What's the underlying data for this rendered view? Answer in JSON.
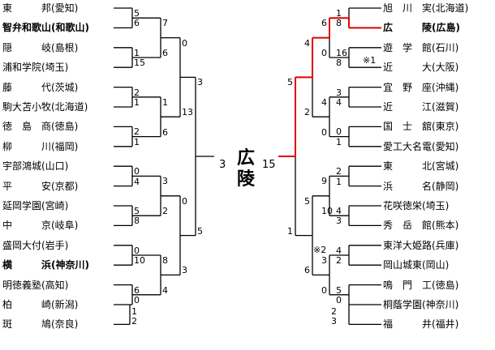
{
  "champion": {
    "line1": "広",
    "line2": "陵"
  },
  "final": {
    "left_score": "3",
    "right_score": "15"
  },
  "notes": {
    "n1": "※1",
    "n2": "※2"
  },
  "colors": {
    "winner_path": "#e00000",
    "line": "#000000"
  },
  "left_teams": [
    {
      "name": "東　　　邦(愛知)"
    },
    {
      "name": "智弁和歌山(和歌山)"
    },
    {
      "name": "隠　　　岐(島根)"
    },
    {
      "name": "浦和学院(埼玉)"
    },
    {
      "name": "藤　　　代(茨城)"
    },
    {
      "name": "駒大苫小牧(北海道)"
    },
    {
      "name": "徳　島　商(徳島)"
    },
    {
      "name": "柳　　　川(福岡)"
    },
    {
      "name": "宇部鴻城(山口)"
    },
    {
      "name": "平　　　安(京都)"
    },
    {
      "name": "延岡学園(宮崎)"
    },
    {
      "name": "中　　　京(岐阜)"
    },
    {
      "name": "盛岡大付(岩手)"
    },
    {
      "name": "横　　　浜(神奈川)"
    },
    {
      "name": "明徳義塾(高知)"
    },
    {
      "name": "柏　　　崎(新潟)"
    },
    {
      "name": "斑　　　鳩(奈良)"
    }
  ],
  "right_teams": [
    {
      "name": "旭　川　実(北海道)"
    },
    {
      "name": "広　　　陵(広島)"
    },
    {
      "name": "遊　学　館(石川)"
    },
    {
      "name": "近　　　大(大阪)"
    },
    {
      "name": "宜　野　座(沖縄)"
    },
    {
      "name": "近　　　江(滋賀)"
    },
    {
      "name": "国　士　舘(東京)"
    },
    {
      "name": "愛工大名電(愛知)"
    },
    {
      "name": "東　　　北(宮城)"
    },
    {
      "name": "浜　　　名(静岡)"
    },
    {
      "name": "花咲徳栄(埼玉)"
    },
    {
      "name": "秀　岳　館(熊本)"
    },
    {
      "name": "東洋大姫路(兵庫)"
    },
    {
      "name": "岡山城東(岡山)"
    },
    {
      "name": "鳴　門　工(徳島)"
    },
    {
      "name": "桐蔭学園(神奈川)"
    },
    {
      "name": "福　　　井(福井)"
    }
  ],
  "left_scores": [
    "5",
    "6",
    "1",
    "15",
    "2",
    "1",
    "2",
    "1",
    "0",
    "4",
    "5",
    "8",
    "0",
    "10",
    "6",
    "0",
    "1",
    "2",
    "7",
    "6",
    "1",
    "6",
    "3",
    "2",
    "8",
    "4",
    "0",
    "13",
    "0",
    "3",
    "3",
    "5"
  ],
  "right_scores": [
    "1",
    "8",
    "16",
    "8",
    "3",
    "4",
    "0",
    "1",
    "2",
    "1",
    "4",
    "3",
    "4",
    "2",
    "5",
    "0",
    "2",
    "3",
    "6",
    "0",
    "4",
    "0",
    "9",
    "10",
    "3",
    "0",
    "4",
    "2",
    "5",
    "6",
    "5",
    "1"
  ]
}
